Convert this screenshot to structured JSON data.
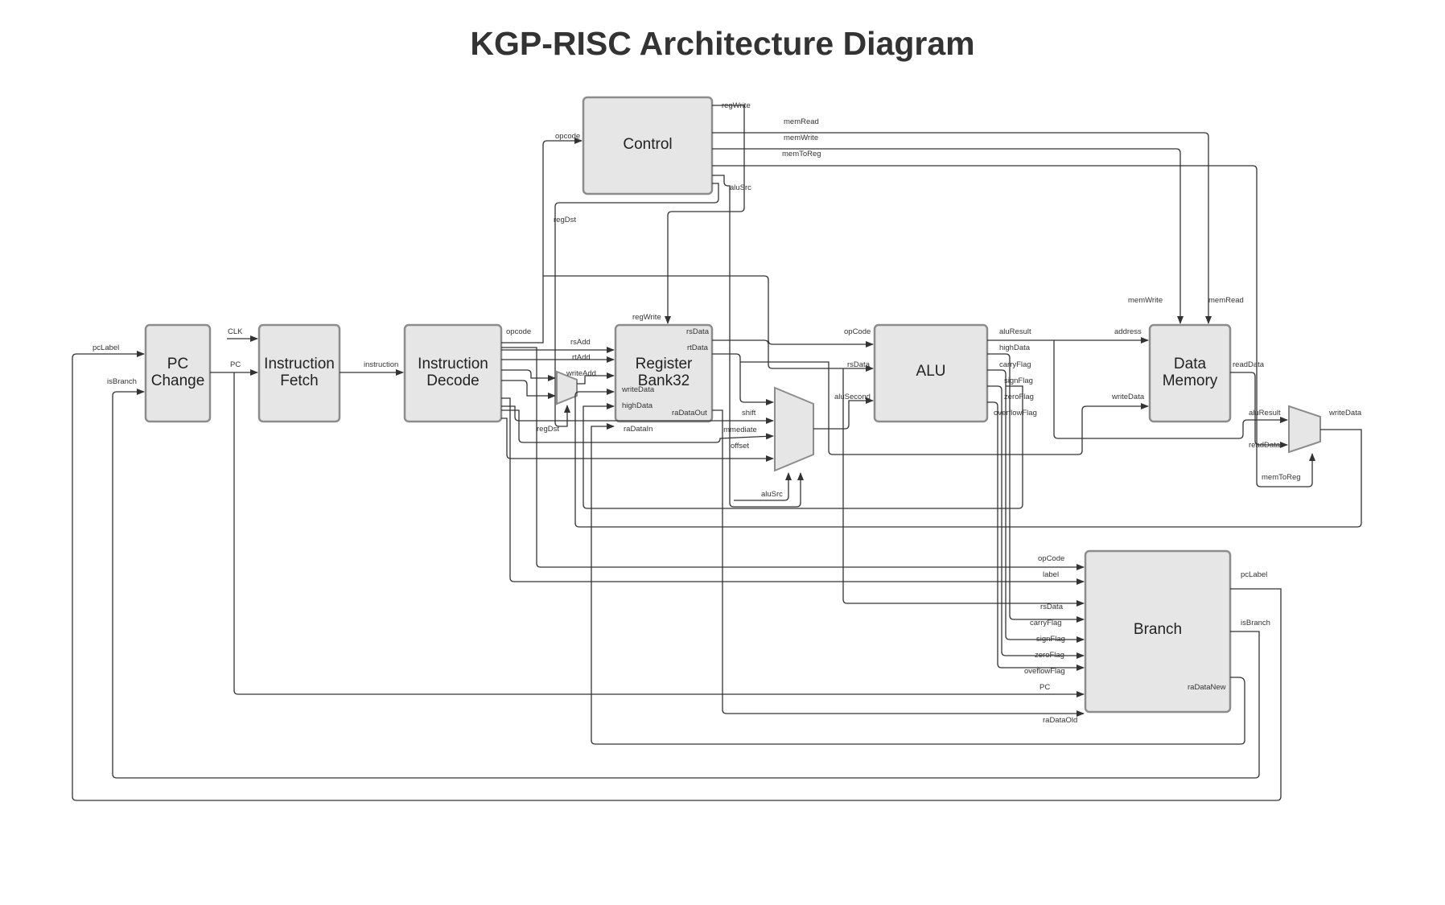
{
  "title": "KGP-RISC Architecture Diagram",
  "blocks": {
    "pc_change": [
      "PC",
      "Change"
    ],
    "instruction_fetch": [
      "Instruction",
      "Fetch"
    ],
    "instruction_decode": [
      "Instruction",
      "Decode"
    ],
    "register_bank": [
      "Register",
      "Bank32"
    ],
    "control": [
      "Control"
    ],
    "alu": [
      "ALU"
    ],
    "data_memory": [
      "Data",
      "Memory"
    ],
    "branch": [
      "Branch"
    ]
  },
  "signals": {
    "pcLabel": "pcLabel",
    "isBranch": "isBranch",
    "CLK": "CLK",
    "PC": "PC",
    "instruction": "instruction",
    "opcode": "opcode",
    "regWrite": "regWrite",
    "memRead": "memRead",
    "memWrite": "memWrite",
    "memToReg": "memToReg",
    "aluSrc": "aluSrc",
    "regDst": "regDst",
    "rsAdd": "rsAdd",
    "rtAdd": "rtAdd",
    "writeAdd": "writeAdd",
    "writeData": "writeData",
    "highData": "highData",
    "raDataIn": "raDataIn",
    "rsData": "rsData",
    "rtData": "rtData",
    "raDataOut": "raDataOut",
    "shift": "shift",
    "immediate": "immediate",
    "offset": "offset",
    "opCode": "opCode",
    "aluSecond": "aluSecond",
    "aluResult": "aluResult",
    "carryFlag": "carryFlag",
    "signFlag": "signFlag",
    "zeroFlag": "zeroFlag",
    "overflowFlag": "overflowFlag",
    "oveflowFlag": "oveflowFlag",
    "address": "address",
    "readData": "readData",
    "label": "label",
    "raDataNew": "raDataNew",
    "raDataOld": "raDataOld"
  }
}
